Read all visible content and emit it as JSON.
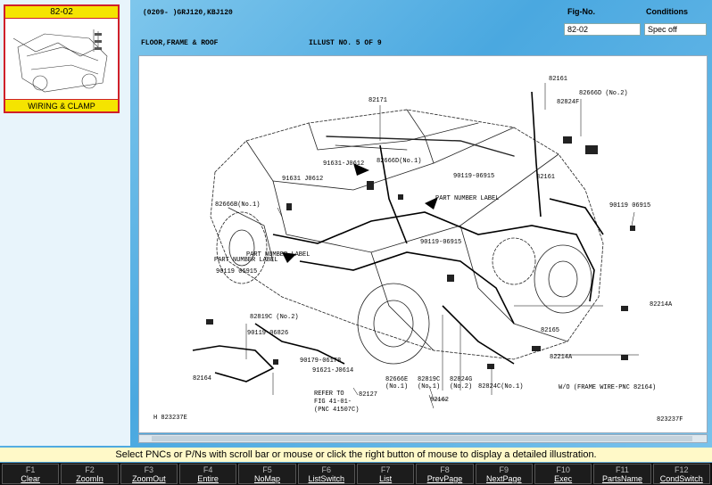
{
  "thumbnail": {
    "fig": "82-02",
    "caption": "WIRING & CLAMP"
  },
  "header": {
    "model_code": "(0209-      )GRJ120,KBJ120",
    "section_title": "FLOOR,FRAME & ROOF",
    "illust_no": "ILLUST NO.  5 OF 9",
    "fig_label": "Fig-No.",
    "fig_value": "82-02",
    "cond_label": "Conditions",
    "cond_value": "Spec off"
  },
  "illustration": {
    "labels": [
      "82171",
      "82161",
      "82666D (No.2)",
      "82824F",
      "82666D(No.1)",
      "91631-J0612",
      "91631 J0612",
      "90119-06915",
      "PART NUMBER LABEL",
      "82161",
      "82666B(No.1)",
      "90119 06915",
      "PART NUMBER LABEL",
      "90119-06915",
      "PART NUMBER LABEL",
      "90119 06915",
      "82214A",
      "82819C (No.2)",
      "90119-06826",
      "82165",
      "90179-06178",
      "82214A",
      "91621-J0614",
      "82164",
      "REFER TO",
      "FIG 41-01-",
      "(PNC 41507C)",
      "82127",
      "82666E",
      "(No.1)",
      "82819C",
      "(No.1)",
      "82824G",
      "(No.2)",
      "82824C(No.1)",
      "W/O (FRAME WIRE-PNC 82164)",
      "82162",
      "H 823237E",
      "823237F"
    ]
  },
  "status": "Select PNCs or P/Ns with scroll bar or mouse or click the right button of mouse to display a detailed illustration.",
  "fkeys": [
    {
      "key": "F1",
      "label": "Clear"
    },
    {
      "key": "F2",
      "label": "ZoomIn"
    },
    {
      "key": "F3",
      "label": "ZoomOut"
    },
    {
      "key": "F4",
      "label": "Entire"
    },
    {
      "key": "F5",
      "label": "NoMap"
    },
    {
      "key": "F6",
      "label": "ListSwitch"
    },
    {
      "key": "F7",
      "label": "List"
    },
    {
      "key": "F8",
      "label": "PrevPage"
    },
    {
      "key": "F9",
      "label": "NextPage"
    },
    {
      "key": "F10",
      "label": "Exec"
    },
    {
      "key": "F11",
      "label": "PartsName"
    },
    {
      "key": "F12",
      "label": "CondSwitch"
    }
  ]
}
